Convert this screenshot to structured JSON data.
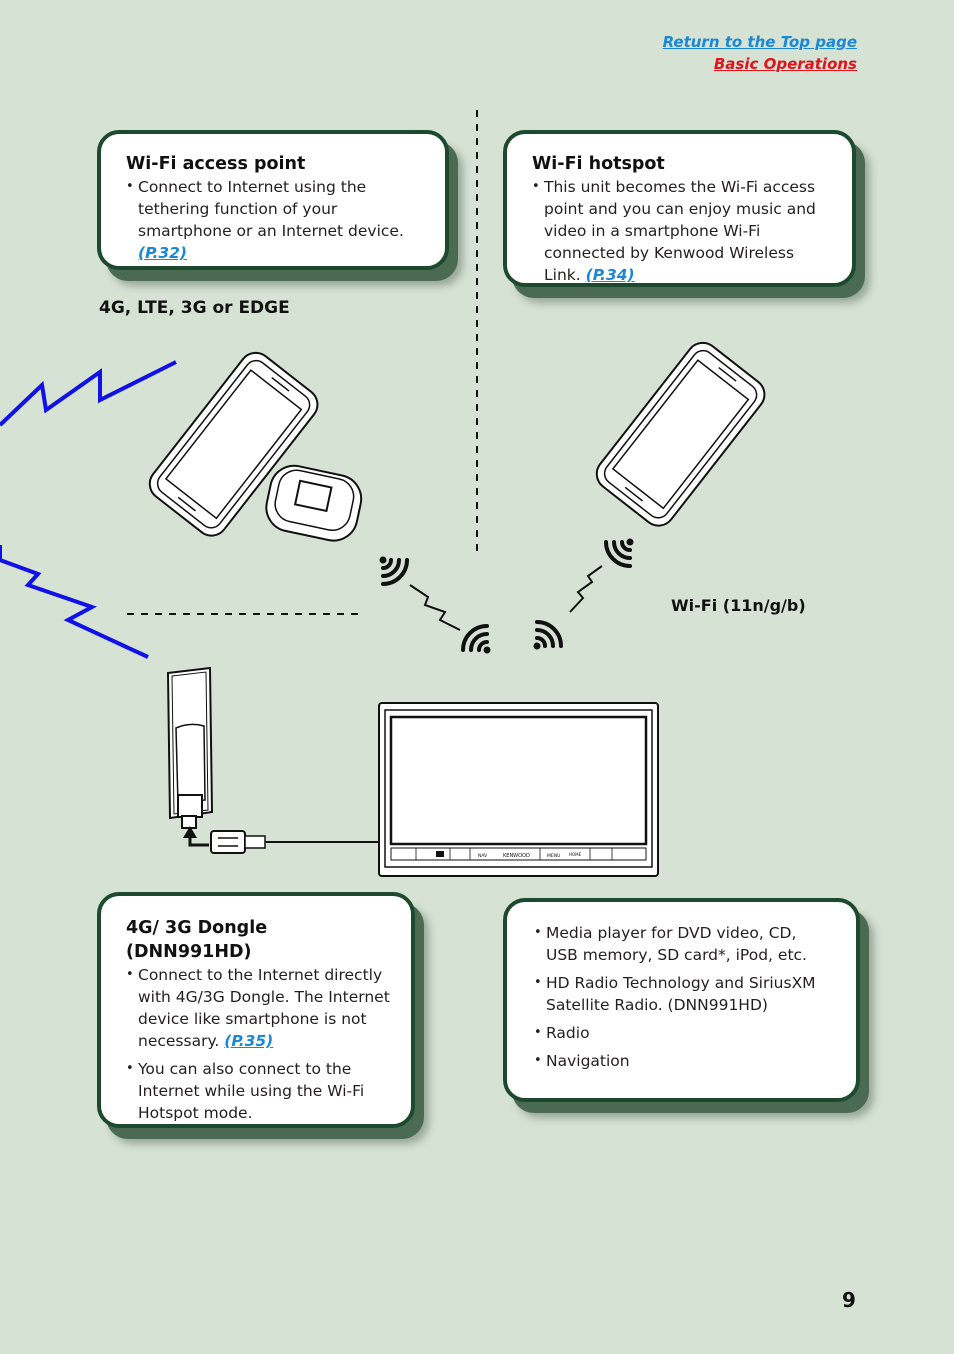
{
  "nav": {
    "return_top": "Return to the Top page",
    "basic_operations": "Basic Operations"
  },
  "wifi_access_point": {
    "title": "Wi-Fi access point",
    "text": "Connect to Internet using the tethering function of your smartphone or an Internet device.",
    "ref": "(P.32)"
  },
  "wifi_hotspot": {
    "title": "Wi-Fi hotspot",
    "text": "This unit becomes the Wi-Fi access point and you can enjoy music and video in a smartphone Wi-Fi connected by Kenwood Wireless Link.",
    "ref": "(P.34)"
  },
  "labels": {
    "network": "4G, LTE, 3G or EDGE",
    "wifi_std": "Wi-Fi (11n/g/b)"
  },
  "dongle": {
    "title": "4G/ 3G Dongle (DNN991HD)",
    "item1_text": "Connect to the Internet directly with 4G/3G Dongle. The Internet device like smartphone is not necessary.",
    "item1_ref": "(P.35)",
    "item2_text": "You can also connect to the Internet while using the Wi-Fi Hotspot mode."
  },
  "features": {
    "items": [
      "Media player for DVD video, CD, USB memory, SD card*, iPod, etc.",
      "HD Radio Technology and SiriusXM Satellite Radio. (DNN991HD)",
      "Radio",
      "Navigation"
    ]
  },
  "head_unit": {
    "buttons": [
      "NAV",
      "KENWOOD",
      "MENU",
      "HOME"
    ]
  },
  "colors": {
    "background": "#d6e2d4",
    "callout_border": "#1d4a2e",
    "link_blue": "#1a88d6",
    "link_red": "#e0121b",
    "signal_blue": "#1010e8"
  },
  "page_number": "9"
}
